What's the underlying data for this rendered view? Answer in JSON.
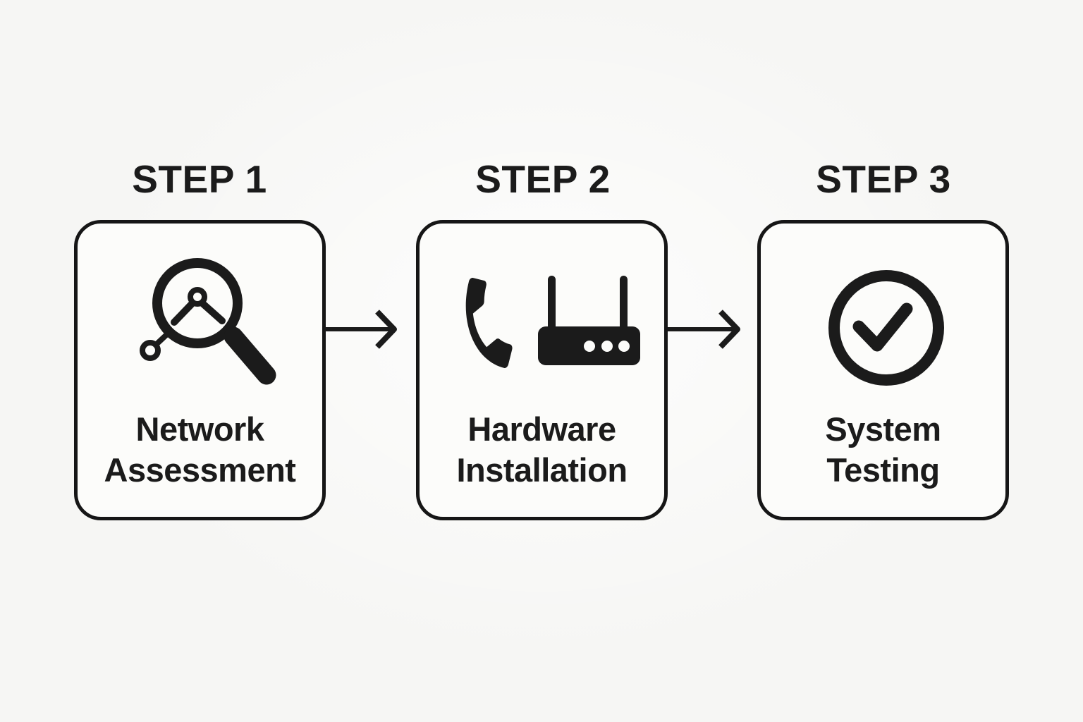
{
  "diagram": {
    "type": "process-flow",
    "direction": "left-to-right",
    "colors": {
      "background": "#f6f6f4",
      "box_fill": "#fcfcfa",
      "ink": "#1b1b1b",
      "border": "#161616"
    },
    "steps": [
      {
        "label": "STEP 1",
        "title_line1": "Network",
        "title_line2": "Assessment",
        "icon": "magnifier-network-icon"
      },
      {
        "label": "STEP 2",
        "title_line1": "Hardware",
        "title_line2": "Installation",
        "icon": "phone-router-icon"
      },
      {
        "label": "STEP 3",
        "title_line1": "System",
        "title_line2": "Testing",
        "icon": "check-circle-icon"
      }
    ],
    "connectors": [
      {
        "from": "STEP 1",
        "to": "STEP 2",
        "shape": "right-arrow"
      },
      {
        "from": "STEP 2",
        "to": "STEP 3",
        "shape": "right-arrow"
      }
    ]
  }
}
